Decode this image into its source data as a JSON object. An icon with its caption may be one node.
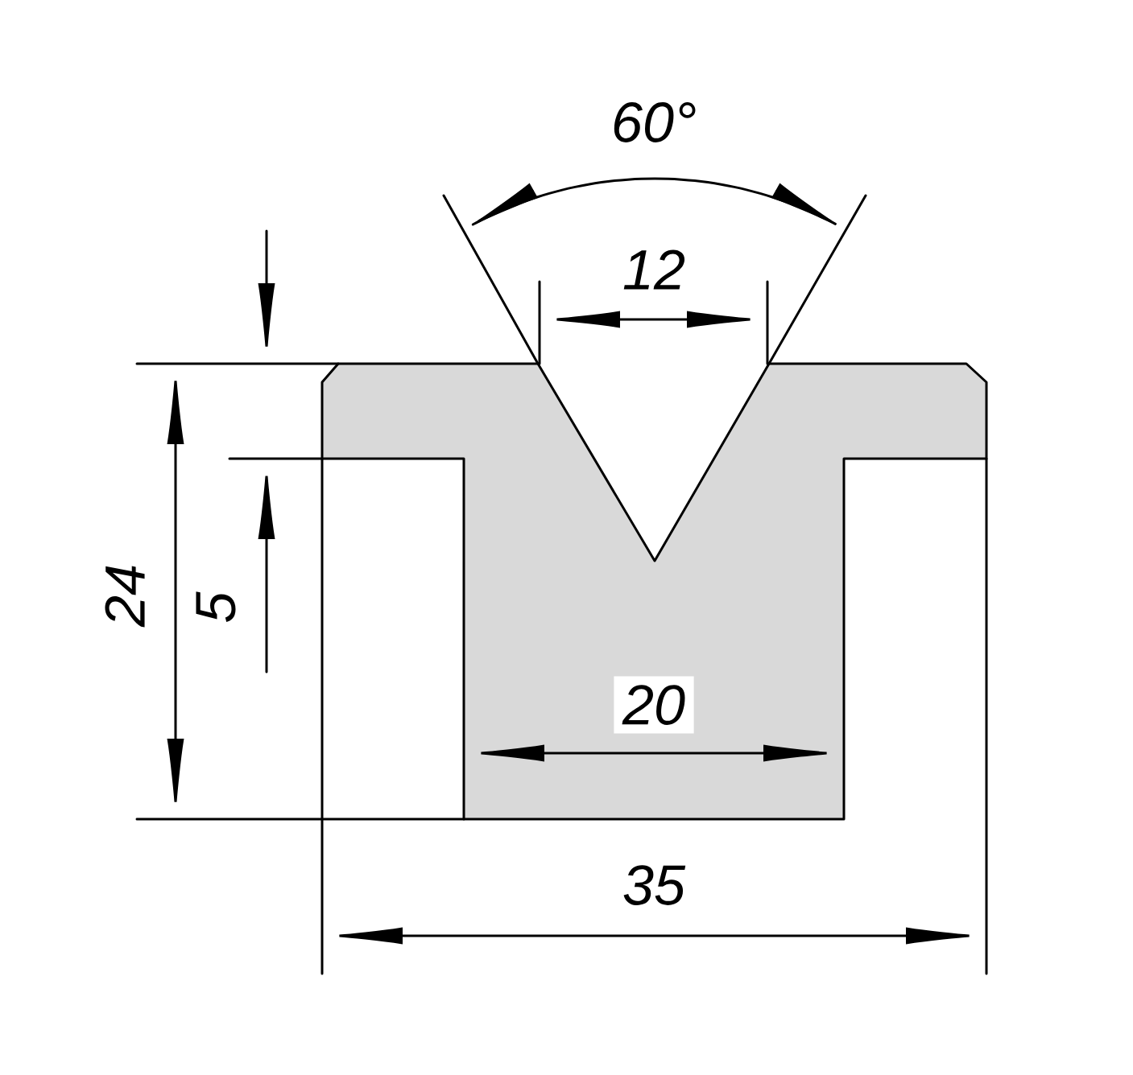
{
  "diagram": {
    "labels": [
      "60°",
      "12",
      "24",
      "5",
      "20",
      "35"
    ]
  }
}
